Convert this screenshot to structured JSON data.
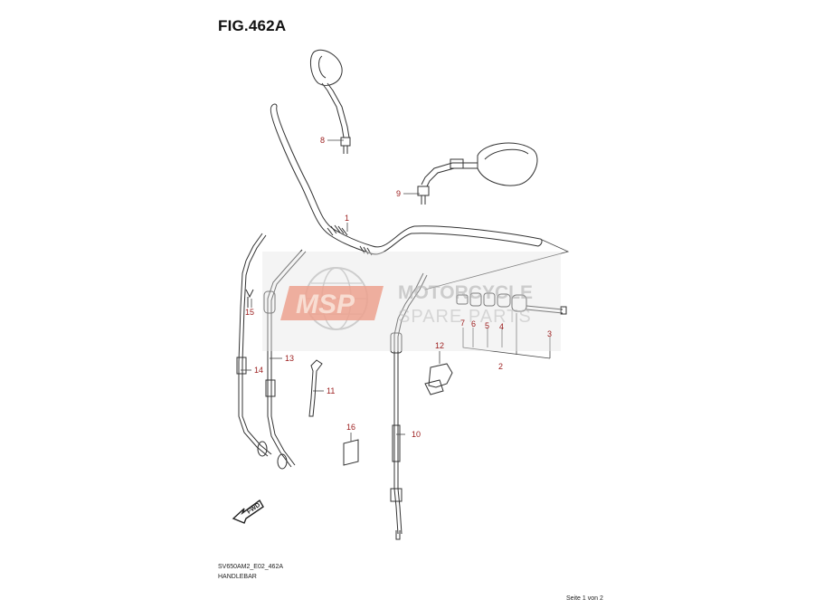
{
  "figure": {
    "title": "FIG.462A",
    "model_code": "SV650AM2_E02_462A",
    "section_name": "HANDLEBAR",
    "page_indicator": "Seite 1 von 2"
  },
  "watermark": {
    "logo_text": "MSP",
    "line1": "MOTORCYCLE",
    "line2": "SPARE PARTS"
  },
  "direction_arrow": {
    "label": "FWD"
  },
  "callouts": [
    "1",
    "2",
    "3",
    "4",
    "5",
    "6",
    "7",
    "8",
    "9",
    "10",
    "11",
    "12",
    "13",
    "14",
    "15",
    "16"
  ],
  "colors": {
    "callout": "#9b1c1c",
    "watermark_orange": "#e8836a",
    "watermark_gray": "#b5b5b5"
  }
}
